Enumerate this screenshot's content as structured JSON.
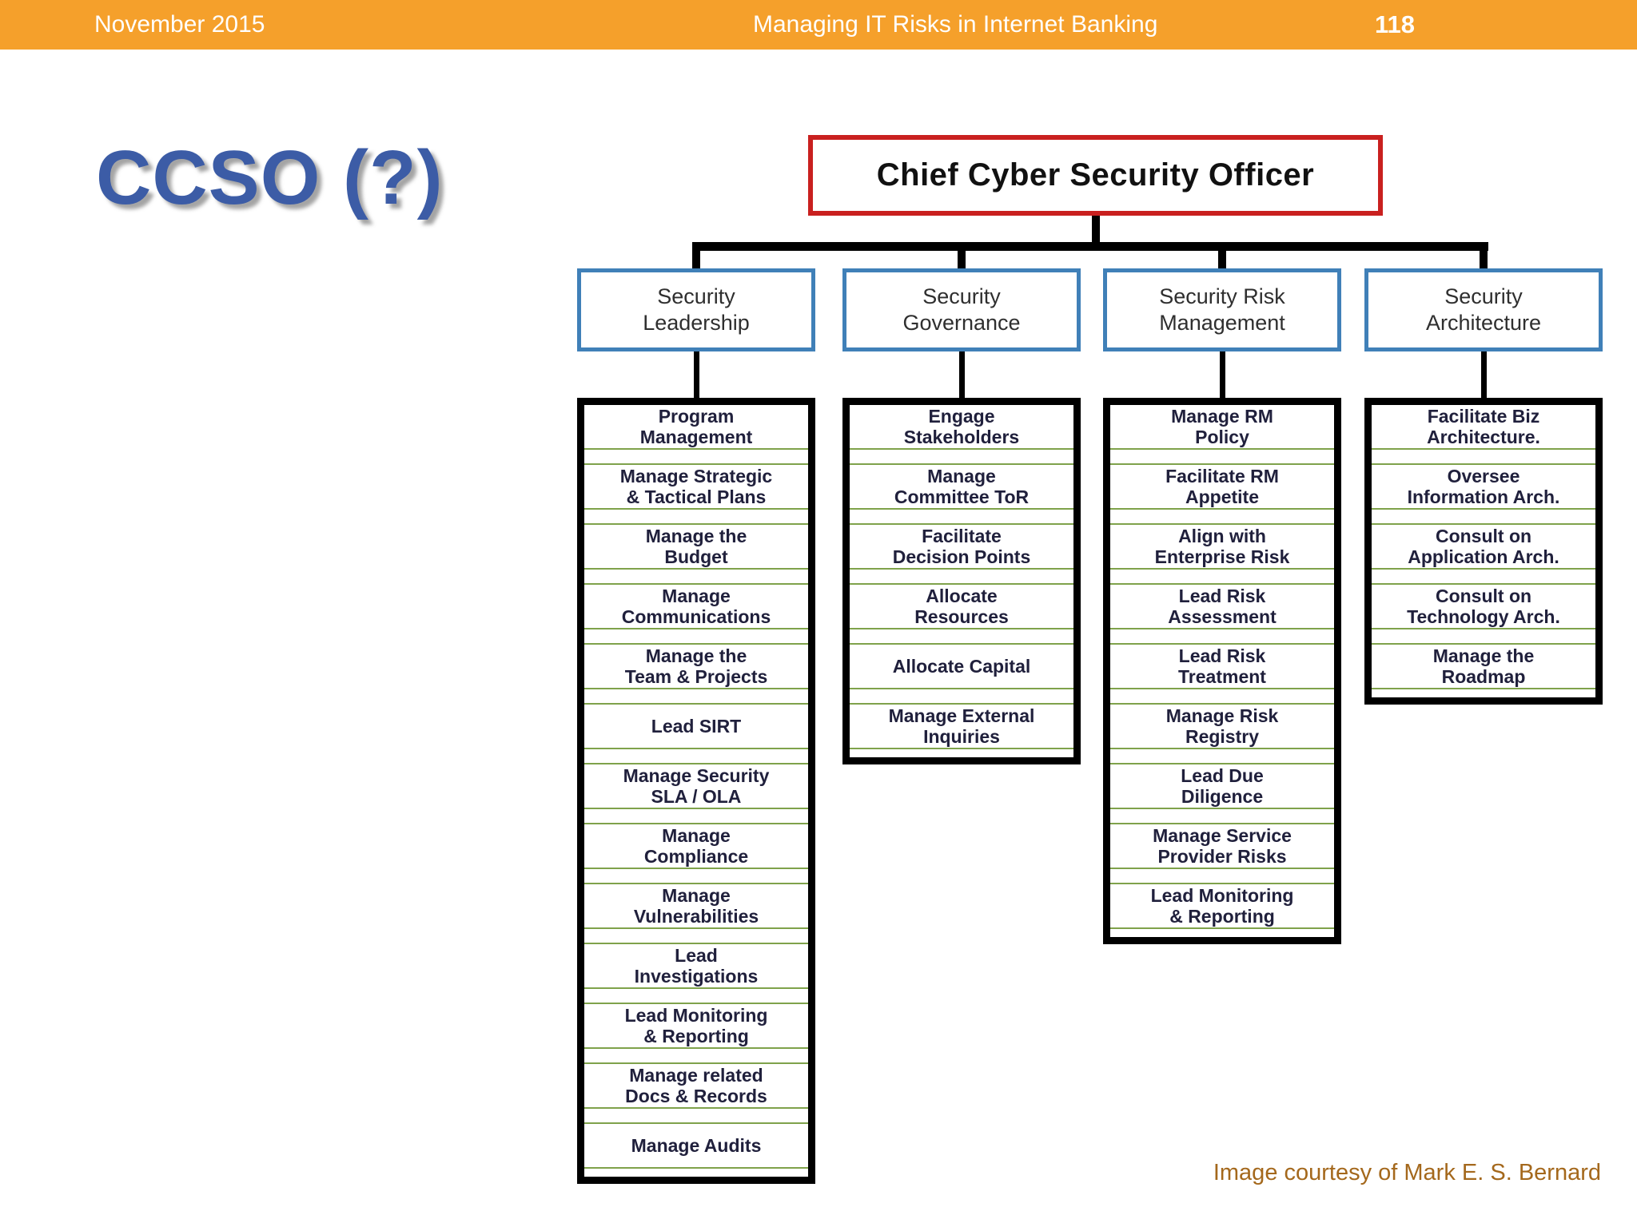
{
  "header": {
    "date": "November 2015",
    "title": "Managing IT Risks in Internet Banking",
    "page": "118"
  },
  "slide": {
    "title": "CCSO (?)",
    "credit": "Image courtesy of Mark E. S. Bernard"
  },
  "org": {
    "root": "Chief Cyber Security Officer",
    "columns": [
      {
        "title": "Security\nLeadership",
        "items": [
          "Program\nManagement",
          "Manage Strategic\n& Tactical Plans",
          "Manage the\nBudget",
          "Manage\nCommunications",
          "Manage the\nTeam & Projects",
          "Lead SIRT",
          "Manage Security\nSLA / OLA",
          "Manage\nCompliance",
          "Manage\nVulnerabilities",
          "Lead\nInvestigations",
          "Lead Monitoring\n& Reporting",
          "Manage related\nDocs & Records",
          "Manage Audits"
        ]
      },
      {
        "title": "Security\nGovernance",
        "items": [
          "Engage\nStakeholders",
          "Manage\nCommittee ToR",
          "Facilitate\nDecision Points",
          "Allocate\nResources",
          "Allocate Capital",
          "Manage External\nInquiries"
        ]
      },
      {
        "title": "Security Risk\nManagement",
        "items": [
          "Manage RM\nPolicy",
          "Facilitate RM\nAppetite",
          "Align with\nEnterprise Risk",
          "Lead Risk\nAssessment",
          "Lead Risk\nTreatment",
          "Manage Risk\nRegistry",
          "Lead Due\nDiligence",
          "Manage Service\nProvider Risks",
          "Lead Monitoring\n& Reporting"
        ]
      },
      {
        "title": "Security\nArchitecture",
        "items": [
          "Facilitate Biz\nArchitecture.",
          "Oversee\nInformation Arch.",
          "Consult on\nApplication Arch.",
          "Consult on\nTechnology Arch.",
          "Manage the\nRoadmap"
        ]
      }
    ]
  },
  "colors": {
    "header_bar": "#F5A02B",
    "title_blue": "#3C5CA6",
    "root_border_red": "#C9201F",
    "column_header_border_blue": "#4080B8",
    "task_border_black": "#000000",
    "separator_green": "#7FA24B",
    "task_text": "#20203C",
    "credit_text": "#A4681C"
  }
}
